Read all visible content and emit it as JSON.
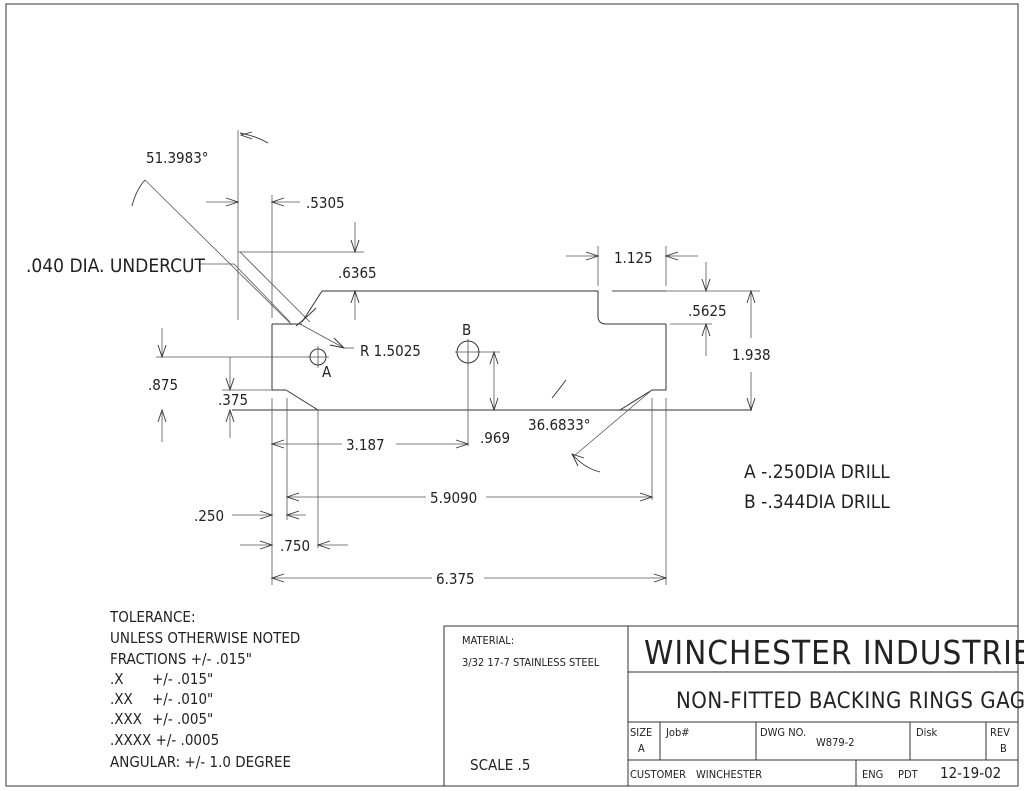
{
  "dimensions": {
    "angle_top": "51.3983°",
    "d_5305": ".5305",
    "d_6365": ".6365",
    "undercut": ".040 DIA. UNDERCUT",
    "radius": "R 1.5025",
    "hole_a": "A",
    "hole_b": "B",
    "d_1125": "1.125",
    "d_5625": ".5625",
    "d_1938": "1.938",
    "d_875": ".875",
    "d_375": ".375",
    "d_3187": "3.187",
    "d_969": ".969",
    "angle_right": "36.6833°",
    "d_5909": "5.9090",
    "d_250": ".250",
    "d_750": ".750",
    "d_6375": "6.375"
  },
  "drill_notes": {
    "a": "A -.250DIA DRILL",
    "b": "B -.344DIA DRILL"
  },
  "tolerance": {
    "header": "TOLERANCE:",
    "line1": "UNLESS OTHERWISE NOTED",
    "line2": "FRACTIONS +/- .015\"",
    "x_key": ".X",
    "x_val": "+/- .015\"",
    "xx_key": ".XX",
    "xx_val": "+/- .010\"",
    "xxx_key": ".XXX",
    "xxx_val": "+/- .005\"",
    "xxxx": ".XXXX +/- .0005",
    "angular": "ANGULAR: +/- 1.0 DEGREE"
  },
  "title_block": {
    "material_label": "MATERIAL:",
    "material": "3/32 17-7 STAINLESS STEEL",
    "scale": "SCALE .5",
    "company": "WINCHESTER INDUSTRIES INC.",
    "drawing_title": "NON-FITTED BACKING RINGS GAGE",
    "size_label": "SIZE",
    "size_value": "A",
    "job_label": "Job#",
    "dwg_label": "DWG NO.",
    "dwg_value": "W879-2",
    "disk_label": "Disk",
    "rev_label": "REV",
    "rev_value": "B",
    "customer_label": "CUSTOMER",
    "customer_value": "WINCHESTER",
    "eng_label": "ENG",
    "eng_value": "PDT",
    "date": "12-19-02"
  }
}
